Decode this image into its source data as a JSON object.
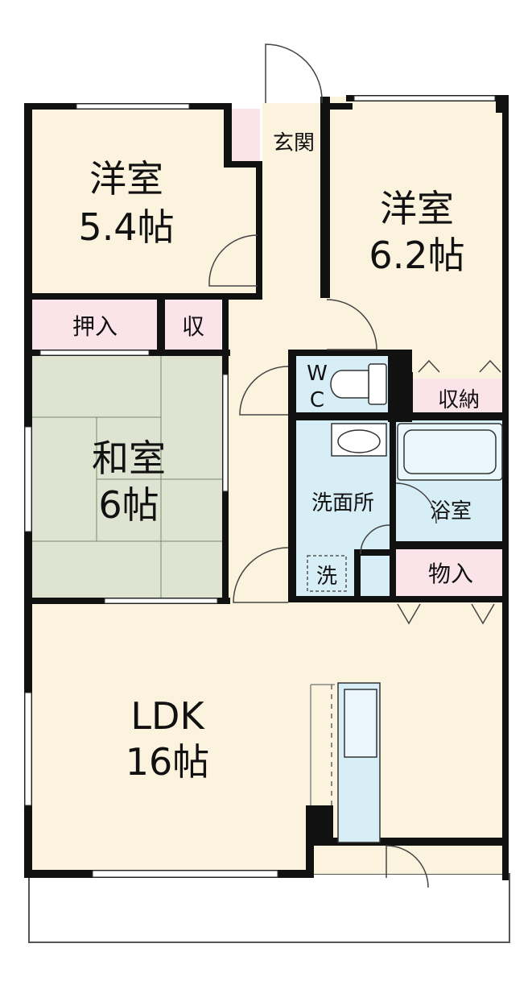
{
  "colors": {
    "wall": "#111111",
    "floor_western": "#fbf3de",
    "floor_tatami": "#dfe4d2",
    "storage": "#fbe3ea",
    "wet_area": "#d8eef7",
    "balcony": "#ffffff"
  },
  "rooms": {
    "western_a": {
      "name": "洋室",
      "size": "5.4帖"
    },
    "western_b": {
      "name": "洋室",
      "size": "6.2帖"
    },
    "japanese": {
      "name": "和室",
      "size": "6帖"
    },
    "ldk": {
      "name": "LDK",
      "size": "16帖"
    }
  },
  "labels": {
    "entrance": "玄関",
    "oshiire": "押入",
    "closet_small": "収",
    "wc_w": "W",
    "wc_c": "C",
    "storage": "収納",
    "washroom": "洗面所",
    "bath": "浴室",
    "washer": "洗",
    "store_room": "物入"
  },
  "icons": {
    "toilet": "toilet-icon",
    "sink": "sink-icon",
    "bathtub": "bathtub-icon",
    "kitchen": "kitchen-counter-icon",
    "door": "door-swing-icon"
  }
}
